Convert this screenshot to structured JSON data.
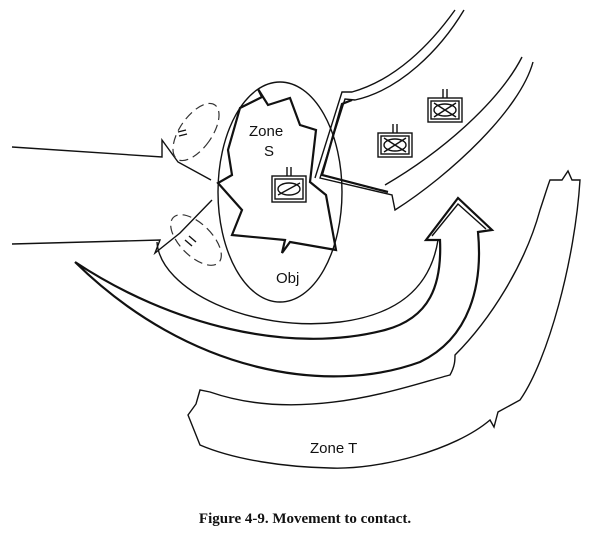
{
  "labels": {
    "zone_s_line1": "Zone",
    "zone_s_line2": "S",
    "objective": "Obj",
    "zone_t": "Zone T"
  },
  "caption": "Figure 4-9. Movement to contact.",
  "icons": {
    "unit_symbol": "armored-unit-icon",
    "arrow": "axis-of-advance-arrow"
  }
}
